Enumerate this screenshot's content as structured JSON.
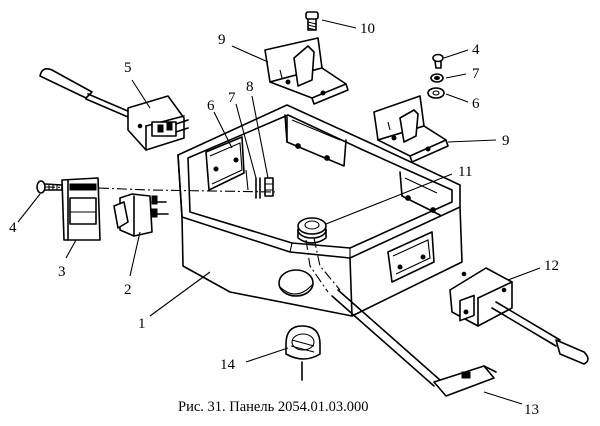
{
  "figure": {
    "caption": "Рис. 31. Панель 2054.01.03.000"
  },
  "callouts": {
    "c1": "1",
    "c2": "2",
    "c3": "3",
    "c4a": "4",
    "c4b": "4",
    "c5": "5",
    "c6a": "6",
    "c6b": "6",
    "c7a": "7",
    "c7b": "7",
    "c8": "8",
    "c9a": "9",
    "c9b": "9",
    "c10": "10",
    "c11": "11",
    "c12": "12",
    "c13": "13",
    "c14": "14"
  }
}
